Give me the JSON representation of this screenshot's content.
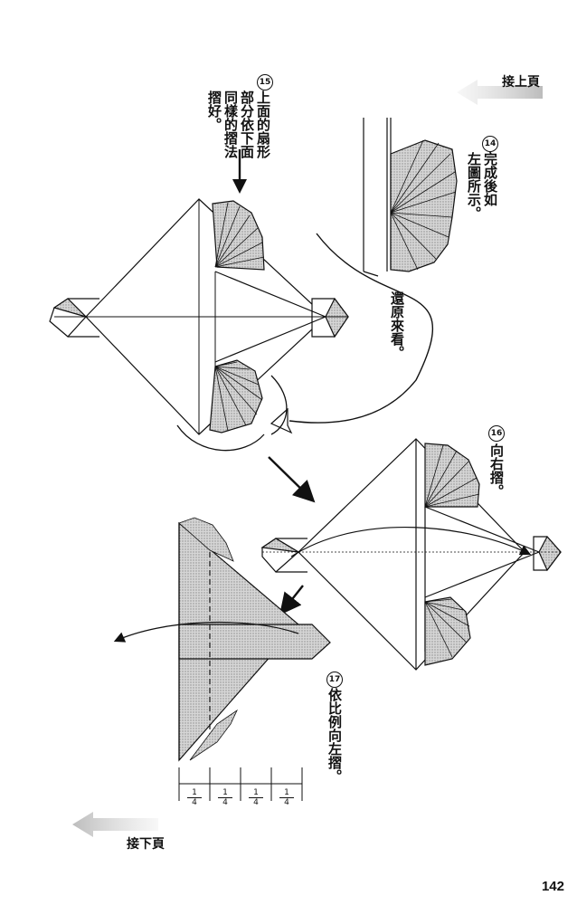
{
  "nav": {
    "prev_label": "接上頁",
    "next_label": "接下頁"
  },
  "steps": [
    {
      "number": "15",
      "text": "上面的扇形\n部分依下面\n同樣的摺法\n摺好。"
    },
    {
      "number": "14",
      "text": "完成後如\n左圖所示。"
    },
    {
      "number": "16",
      "text": "向右摺。"
    },
    {
      "number": "17",
      "text": "依比例向左摺。"
    }
  ],
  "annotations": {
    "flip_back": "還原來看。"
  },
  "ruler": {
    "fractions": [
      {
        "num": "1",
        "den": "4"
      },
      {
        "num": "1",
        "den": "4"
      },
      {
        "num": "1",
        "den": "4"
      },
      {
        "num": "1",
        "den": "4"
      }
    ]
  },
  "page_number": "142",
  "colors": {
    "ink": "#111111",
    "shade": "#bdbdbd",
    "arrow_gray": "#cfcfcf"
  }
}
